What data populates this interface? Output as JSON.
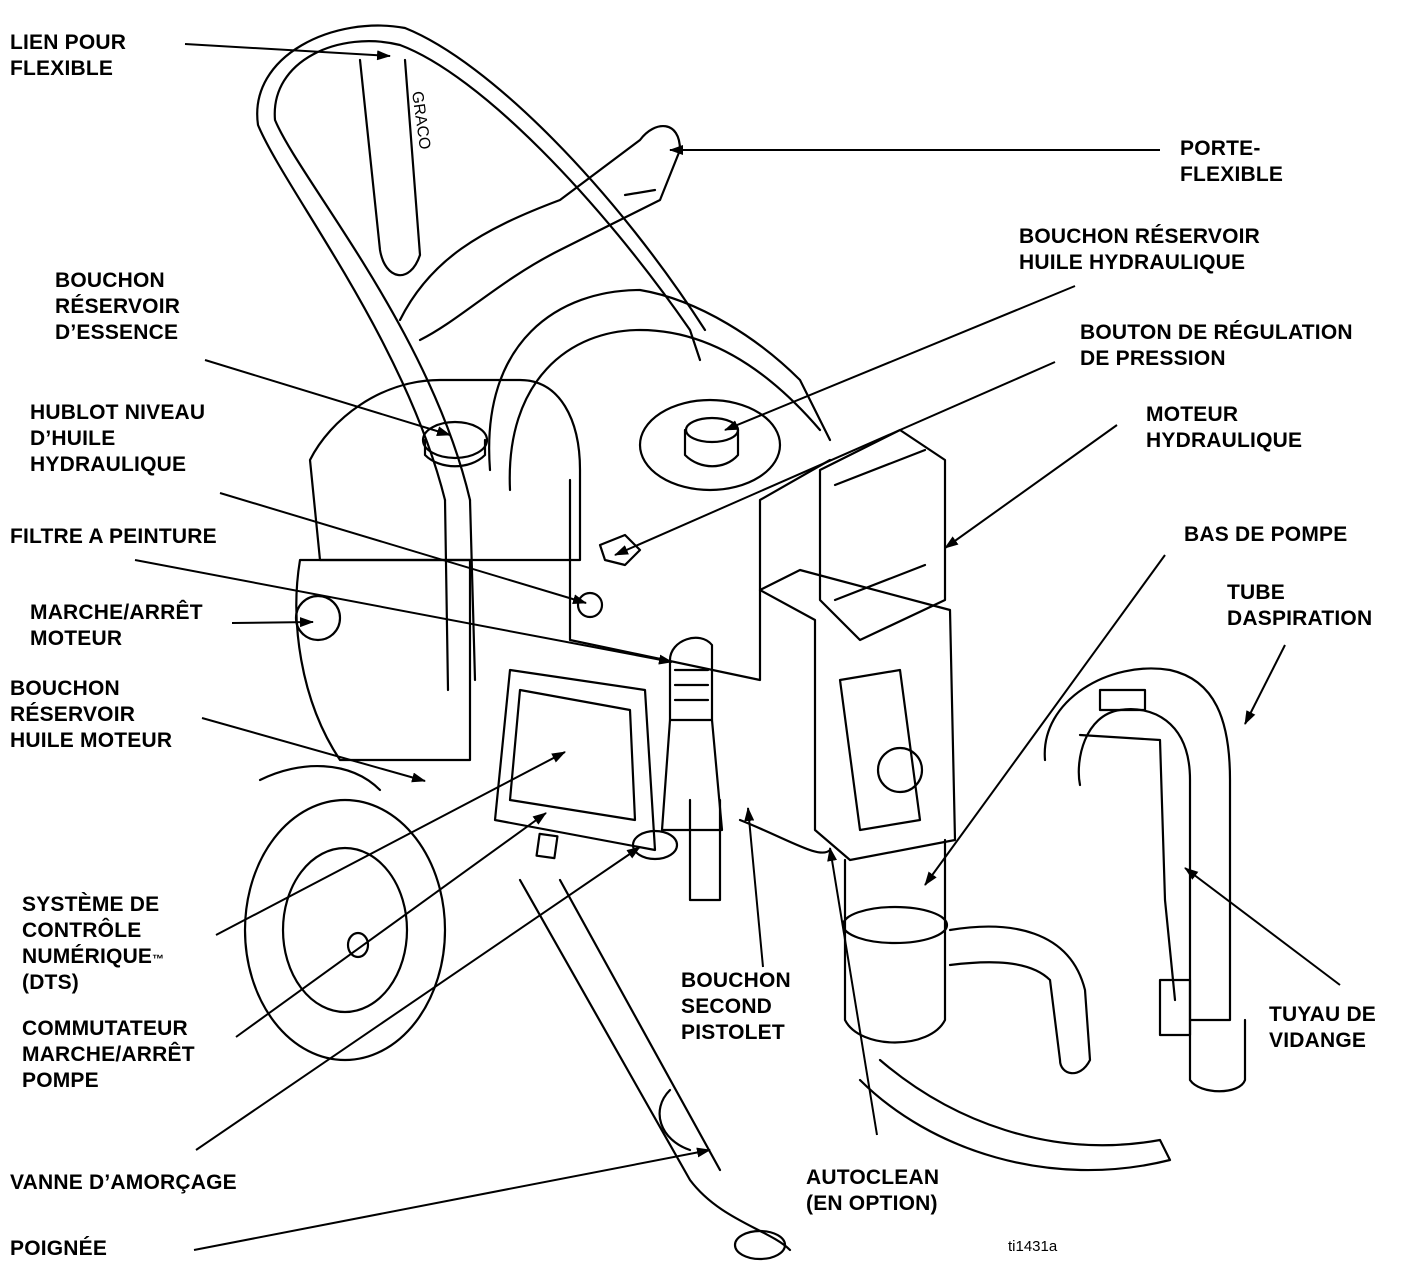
{
  "labels": {
    "lien_flexible": "LIEN POUR\nFLEXIBLE",
    "porte_flexible": "PORTE-\nFLEXIBLE",
    "bouchon_reservoir_huile_hydraulique": "BOUCHON RÉSERVOIR\nHUILE HYDRAULIQUE",
    "bouchon_reservoir_essence": "BOUCHON\nRÉSERVOIR\nD’ESSENCE",
    "bouton_regulation_pression": "BOUTON DE RÉGULATION\nDE PRESSION",
    "hublot_niveau_huile": "HUBLOT NIVEAU\nD’HUILE\nHYDRAULIQUE",
    "moteur_hydraulique": "MOTEUR\nHYDRAULIQUE",
    "filtre_peinture": "FILTRE A PEINTURE",
    "bas_de_pompe": "BAS DE POMPE",
    "tube_aspiration": "TUBE\nDASPIRATION",
    "marche_arret_moteur": "MARCHE/ARRÊT\nMOTEUR",
    "bouchon_huile_moteur": "BOUCHON\nRÉSERVOIR\nHUILE MOTEUR",
    "systeme_controle_line1": "SYSTÈME DE\nCONTRÔLE\nNUMÉRIQUE",
    "systeme_controle_tm": "™",
    "systeme_controle_line2": "(DTS)",
    "bouchon_second_pistolet": "BOUCHON\nSECOND\nPISTOLET",
    "tuyau_vidange": "TUYAU DE\nVIDANGE",
    "commutateur_pompe": "COMMUTATEUR\nMARCHE/ARRÊT\nPOMPE",
    "vanne_amorcage": "VANNE D’AMORÇAGE",
    "autoclean": "AUTOCLEAN\n(EN OPTION)",
    "poignee": "POIGNÉE"
  },
  "logo_text": "GRACO",
  "figure_id": "ti1431a"
}
